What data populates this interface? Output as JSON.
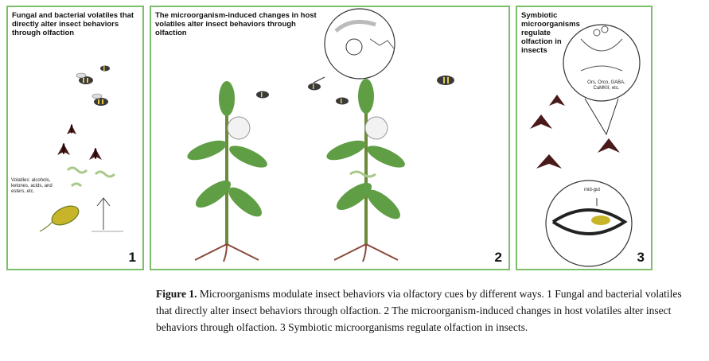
{
  "panels": [
    {
      "title": "Fungal and bacterial volatiles that directly alter insect behaviors through olfaction",
      "number": "1",
      "label": "Volatiles: alcohols, ketones, acids, and esters, etc."
    },
    {
      "title": "The microorganism-induced changes in host volatiles alter insect behaviors through olfaction",
      "number": "2"
    },
    {
      "title": "Symbiotic microorganisms regulate olfaction in insects",
      "number": "3",
      "label": "Ors, Orco, GABA, CaMKII, etc.",
      "gut_label": "mid-gut"
    }
  ],
  "caption": {
    "lead": "Figure 1.",
    "text": " Microorganisms modulate insect behaviors via olfactory cues by different ways. 1 Fungal and bacterial volatiles that directly alter insect behaviors through olfaction. 2 The microorganism-induced changes in host volatiles alter insect behaviors through olfaction. 3 Symbiotic microorganisms regulate olfaction in insects."
  }
}
